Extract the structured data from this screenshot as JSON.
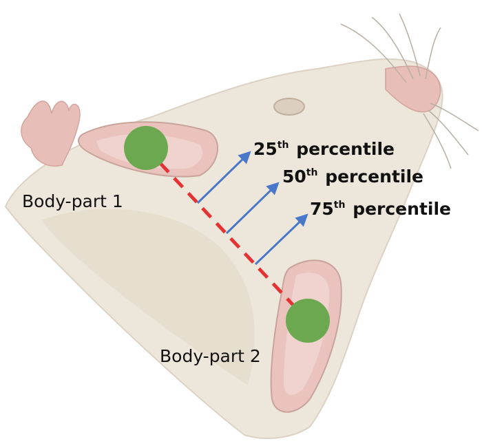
{
  "labels": {
    "body_part_1": "Body-part 1",
    "body_part_2": "Body-part 2"
  },
  "percentiles": [
    {
      "number": "25",
      "suffix": "th",
      "word": "percentile"
    },
    {
      "number": "50",
      "suffix": "th",
      "word": "percentile"
    },
    {
      "number": "75",
      "suffix": "th",
      "word": "percentile"
    }
  ],
  "colors": {
    "marker_fill": "#6BA84F",
    "connector_line": "#E53333",
    "arrow": "#4A78C8",
    "skin": "#EDE6DB",
    "skin_dark": "#DFD5C6",
    "ear_pink": "#EAC3BF",
    "ear_outline": "#C9A29A",
    "text": "#111111"
  },
  "icons": {
    "marker": "circle",
    "arrow": "arrow-up-right"
  }
}
